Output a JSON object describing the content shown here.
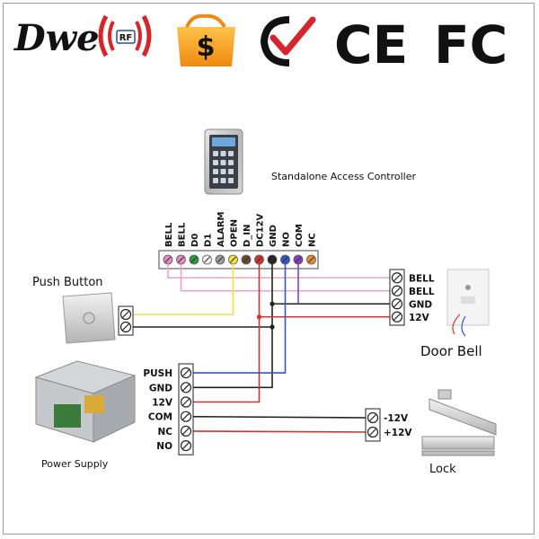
{
  "brand": {
    "logo_text": "Dwe",
    "logo_badge": "RF",
    "logo_color": "#2c4d9e",
    "accent_red": "#d7262b",
    "badge_color": "#f29a1c",
    "cert_ce": "CE",
    "cert_fc": "FC"
  },
  "labels": {
    "controller": "Standalone Access Controller",
    "push_button": "Push Button",
    "door_bell": "Door Bell",
    "power_supply": "Power Supply",
    "lock": "Lock"
  },
  "controller_terminals": [
    {
      "label": "BELL",
      "color": "#e58ac6"
    },
    {
      "label": "BELL",
      "color": "#e58ac6"
    },
    {
      "label": "D0",
      "color": "#2d9c3a"
    },
    {
      "label": "D1",
      "color": "#f0f0f0"
    },
    {
      "label": "ALARM",
      "color": "#9b9b9b"
    },
    {
      "label": "OPEN",
      "color": "#f5e23a"
    },
    {
      "label": "D_IN",
      "color": "#6b4a2a"
    },
    {
      "label": "DC12V",
      "color": "#d83030"
    },
    {
      "label": "GND",
      "color": "#222222"
    },
    {
      "label": "NO",
      "color": "#2f55c8"
    },
    {
      "label": "COM",
      "color": "#8a3fc0"
    },
    {
      "label": "NC",
      "color": "#f08a2a"
    }
  ],
  "doorbell_terminals": [
    "BELL",
    "BELL",
    "GND",
    "12V"
  ],
  "power_terminals": [
    "PUSH",
    "GND",
    "12V",
    "COM",
    "NC",
    "NO"
  ],
  "lock_terminals": [
    "-12V",
    "+12V"
  ],
  "wire_colors": {
    "pink": "#e8a4cf",
    "yellow": "#f2e43a",
    "red": "#d83030",
    "black": "#222222",
    "blue": "#3856c4",
    "purple": "#8a3fc0"
  }
}
